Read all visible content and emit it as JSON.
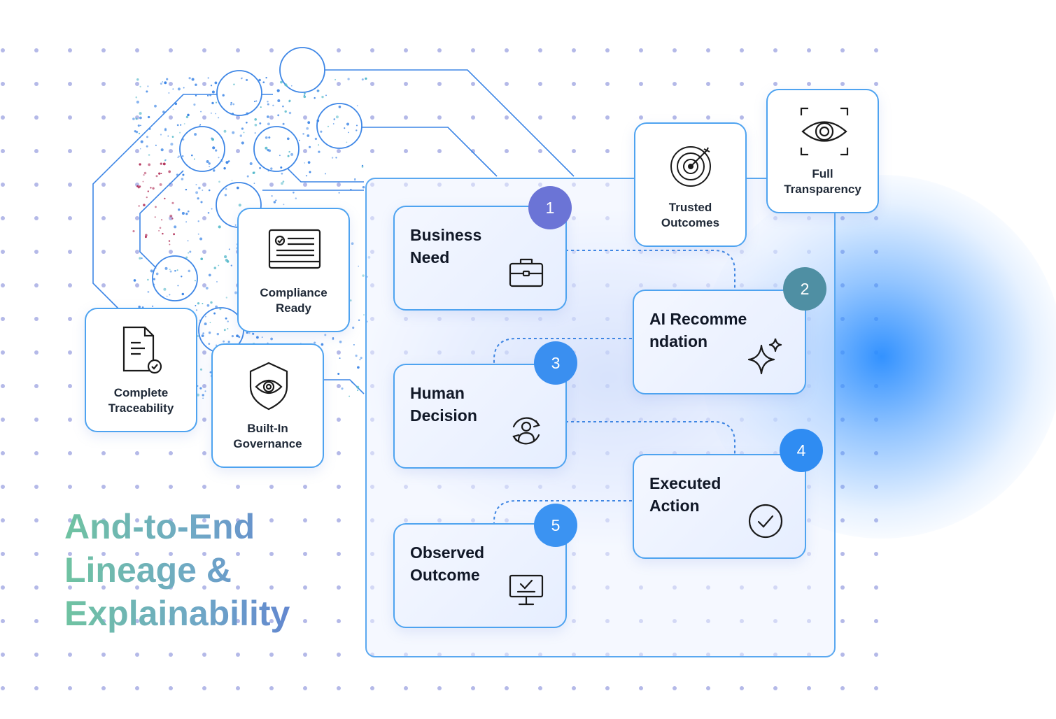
{
  "headline": {
    "line1": "And-to-End",
    "line2": "Lineage &",
    "line3": "Explainability"
  },
  "steps": [
    {
      "number": "1",
      "label": "Business Need",
      "icon": "briefcase-icon",
      "badge_color": "#6b74d6"
    },
    {
      "number": "2",
      "label": "AI Recommendation",
      "icon": "sparkle-icon",
      "badge_color": "#4f8fa3"
    },
    {
      "number": "3",
      "label": "Human Decision",
      "icon": "human-refresh-icon",
      "badge_color": "#3a8ff0"
    },
    {
      "number": "4",
      "label": "Executed Action",
      "icon": "check-circle-icon",
      "badge_color": "#2f8cf2"
    },
    {
      "number": "5",
      "label": "Observed Outcome",
      "icon": "monitor-check-icon",
      "badge_color": "#3b93f2"
    }
  ],
  "features": [
    {
      "label_line1": "Trusted",
      "label_line2": "Outcomes",
      "icon": "target-icon"
    },
    {
      "label_line1": "Full",
      "label_line2": "Transparency",
      "icon": "eye-scan-icon"
    },
    {
      "label_line1": "Compliance",
      "label_line2": "Ready",
      "icon": "id-card-icon"
    },
    {
      "label_line1": "Complete",
      "label_line2": "Traceability",
      "icon": "document-check-icon"
    },
    {
      "label_line1": "Built-In",
      "label_line2": "Governance",
      "icon": "shield-eye-icon"
    }
  ],
  "colors": {
    "accent_blue": "#3a8ff0",
    "card_border": "#4ea3f0",
    "dot_grid": "#b4b9e8",
    "circuit_line": "#3d86e6"
  }
}
